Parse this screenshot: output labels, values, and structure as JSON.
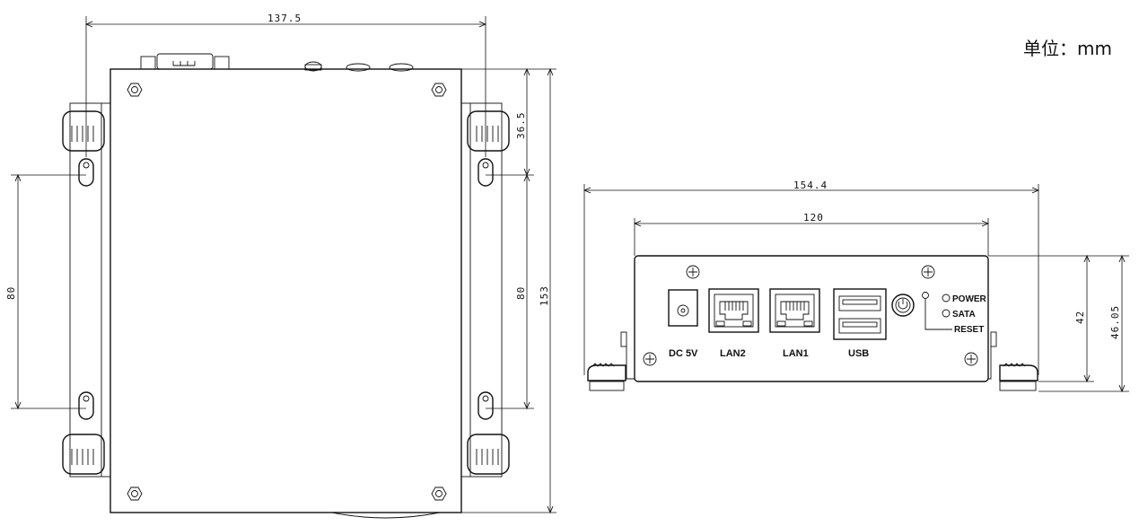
{
  "unit_label": "单位：mm",
  "top_view": {
    "width_label": "137.5",
    "hole_spacing_left_label": "80",
    "hole_spacing_right_label": "80",
    "top_offset_label": "36.5",
    "height_label": "153"
  },
  "front_view": {
    "overall_width_label": "154.4",
    "body_width_label": "120",
    "body_height_label": "42",
    "overall_height_label": "46.05",
    "ports": {
      "dc": "DC 5V",
      "lan2": "LAN2",
      "lan1": "LAN1",
      "usb": "USB",
      "power": "POWER",
      "sata": "SATA",
      "reset": "RESET"
    }
  }
}
